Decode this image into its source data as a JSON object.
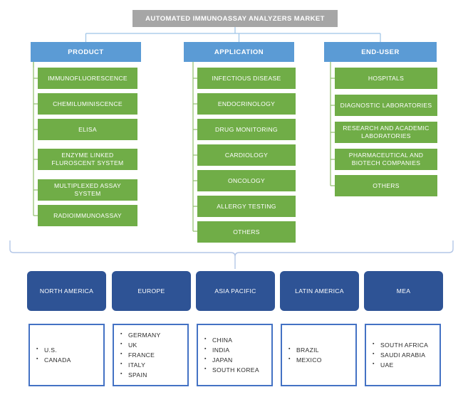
{
  "title": "AUTOMATED IMMUNOASSAY ANALYZERS MARKET",
  "colors": {
    "title_bg": "#a6a6a6",
    "header_bg": "#5b9bd5",
    "item_bg": "#70ad47",
    "region_bg": "#2e5395",
    "country_border": "#4472c4",
    "connector_blue": "#9dc3e6",
    "connector_green": "#8fbf6a"
  },
  "columns": [
    {
      "header": "PRODUCT",
      "items": [
        "IMMUNOFLUORESCENCE",
        "CHEMILUMINISCENCE",
        "ELISA",
        "ENZYME LINKED FLUROSCENT SYSTEM",
        "MULTIPLEXED ASSAY SYSTEM",
        "RADIOIMMUNOASSAY"
      ]
    },
    {
      "header": "APPLICATION",
      "items": [
        "INFECTIOUS DISEASE",
        "ENDOCRINOLOGY",
        "DRUG MONITORING",
        "CARDIOLOGY",
        "ONCOLOGY",
        "ALLERGY TESTING",
        "OTHERS"
      ]
    },
    {
      "header": "END-USER",
      "items": [
        "HOSPITALS",
        "DIAGNOSTIC LABORATORIES",
        "RESEARCH AND ACADEMIC LABORATORIES",
        "PHARMACEUTICAL AND BIOTECH COMPANIES",
        "OTHERS"
      ]
    }
  ],
  "regions": [
    {
      "name": "NORTH AMERICA",
      "countries": [
        "U.S.",
        "CANADA"
      ]
    },
    {
      "name": "EUROPE",
      "countries": [
        "GERMANY",
        "UK",
        "FRANCE",
        "ITALY",
        "SPAIN"
      ]
    },
    {
      "name": "ASIA PACIFIC",
      "countries": [
        "CHINA",
        "INDIA",
        "JAPAN",
        "SOUTH KOREA"
      ]
    },
    {
      "name": "LATIN AMERICA",
      "countries": [
        "BRAZIL",
        "MEXICO"
      ]
    },
    {
      "name": "MEA",
      "countries": [
        "SOUTH AFRICA",
        "SAUDI ARABIA",
        "UAE"
      ]
    }
  ]
}
